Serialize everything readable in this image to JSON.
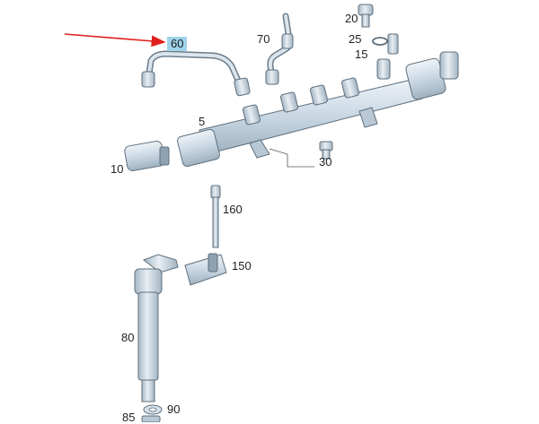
{
  "diagram": {
    "highlight_color": "#9fd3ea",
    "arrow_color": "#e0201c",
    "part_fill": "#c7d7e4",
    "part_stroke": "#5e6f7d",
    "selected_part": "60",
    "callouts": [
      {
        "id": "60",
        "label": "60",
        "highlighted": true
      },
      {
        "id": "70",
        "label": "70"
      },
      {
        "id": "20",
        "label": "20"
      },
      {
        "id": "25",
        "label": "25"
      },
      {
        "id": "15",
        "label": "15"
      },
      {
        "id": "5",
        "label": "5"
      },
      {
        "id": "10",
        "label": "10"
      },
      {
        "id": "30",
        "label": "30"
      },
      {
        "id": "160",
        "label": "160"
      },
      {
        "id": "150",
        "label": "150"
      },
      {
        "id": "80",
        "label": "80"
      },
      {
        "id": "90",
        "label": "90"
      },
      {
        "id": "85",
        "label": "85"
      }
    ]
  }
}
